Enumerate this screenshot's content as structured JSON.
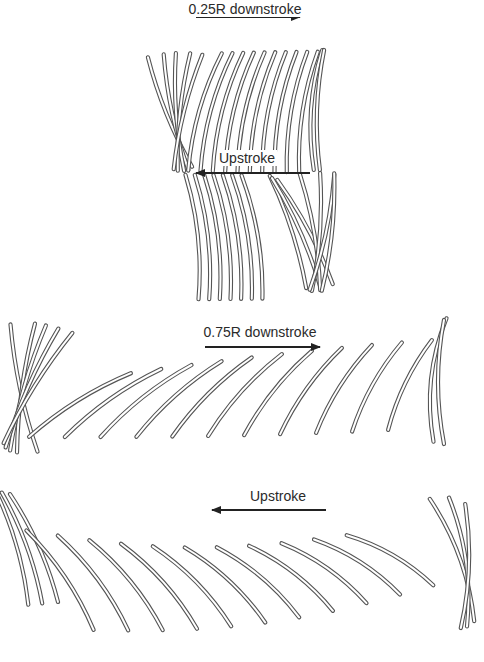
{
  "diagram": {
    "labels": [
      "0.25R downstroke",
      "Upstroke",
      "0.75R downstroke",
      "Upstroke"
    ]
  }
}
